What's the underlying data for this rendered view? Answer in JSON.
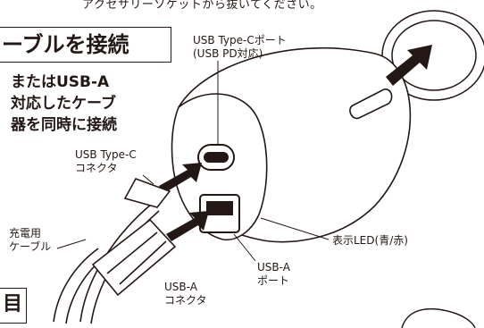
{
  "header": {
    "note": "アクセサリーソケットから抜いてください。",
    "heading": "ーブルを接続"
  },
  "instruction": {
    "lines": [
      "またはUSB-A",
      "対応したケーブ",
      "器を同時に接続"
    ]
  },
  "callouts": {
    "usb_c_port": [
      "USB Type-Cポート",
      "(USB PD対応)"
    ],
    "usb_c_connector": [
      "USB Type-C",
      "コネクタ"
    ],
    "charging_cable": [
      "充電用",
      "ケーブル"
    ],
    "led": "表示LED(青/赤)",
    "usb_a_port": [
      "USB-A",
      "ポート"
    ],
    "usb_a_connector": [
      "USB-A",
      "コネクタ"
    ]
  },
  "corner_box": {
    "text": "目"
  }
}
